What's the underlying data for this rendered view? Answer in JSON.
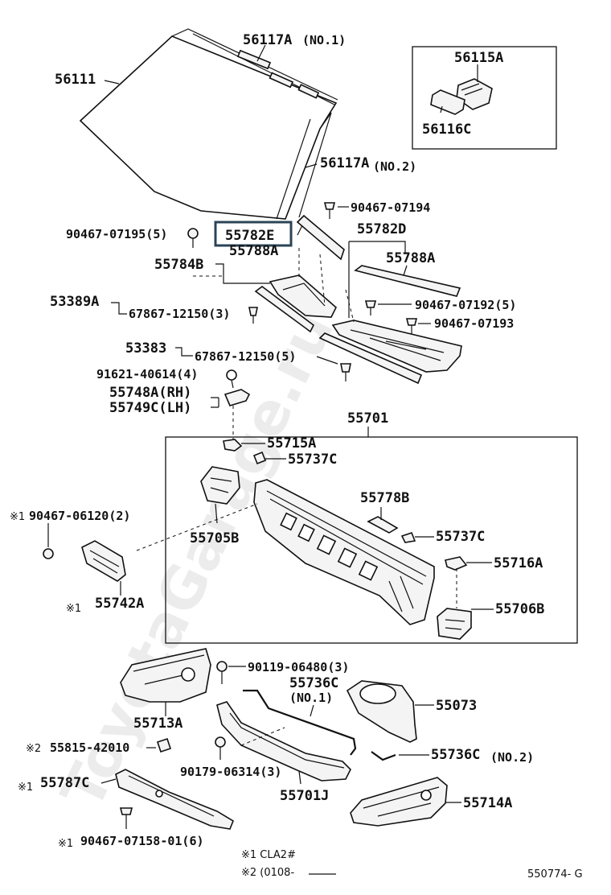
{
  "watermark": "ToyotaGarage.ru",
  "labels": {
    "l56111": "56111",
    "l56117a1": "56117A",
    "l56117a1_note": "(NO.1)",
    "l56117a2": "56117A",
    "l56117a2_note": "(NO.2)",
    "l56115a": "56115A",
    "l56116c": "56116C",
    "l90467_07194": "90467-07194",
    "l55782d": "55782D",
    "l90467_07195": "90467-07195(5)",
    "l55782e": "55782E",
    "l55788a_left": "55788A",
    "l55784b": "55784B",
    "l55788a_right": "55788A",
    "l53389a": "53389A",
    "l67867_1": "67867-12150(3)",
    "l90467_07192": "90467-07192(5)",
    "l90467_07193": "90467-07193",
    "l53383": "53383",
    "l67867_2": "67867-12150(5)",
    "l91621": "91621-40614(4)",
    "l55748a": "55748A(RH)",
    "l55749c": "55749C(LH)",
    "l55701": "55701",
    "l55715a": "55715A",
    "l55737c_1": "55737C",
    "l90467_06120_mark": "※1",
    "l90467_06120": "90467-06120(2)",
    "l55778b": "55778B",
    "l55705b": "55705B",
    "l55737c_2": "55737C",
    "l55716a": "55716A",
    "l55742a_mark": "※1",
    "l55742a": "55742A",
    "l55706b": "55706B",
    "l90119": "90119-06480(3)",
    "l55736c_1": "55736C",
    "l55736c_1_note": "(NO.1)",
    "l55713a": "55713A",
    "l55073": "55073",
    "l55815_mark": "※2",
    "l55815": "55815-42010",
    "l55736c_2": "55736C",
    "l55736c_2_note": "(NO.2)",
    "l90179": "90179-06314(3)",
    "l55787c_mark": "※1",
    "l55787c": "55787C",
    "l55701j": "55701J",
    "l55714a": "55714A",
    "l90467_07158_mark": "※1",
    "l90467_07158": "90467-07158-01(6)",
    "note1": "※1 CLA2#",
    "note2": "※2 (0108-",
    "fig_code": "550774- G"
  }
}
